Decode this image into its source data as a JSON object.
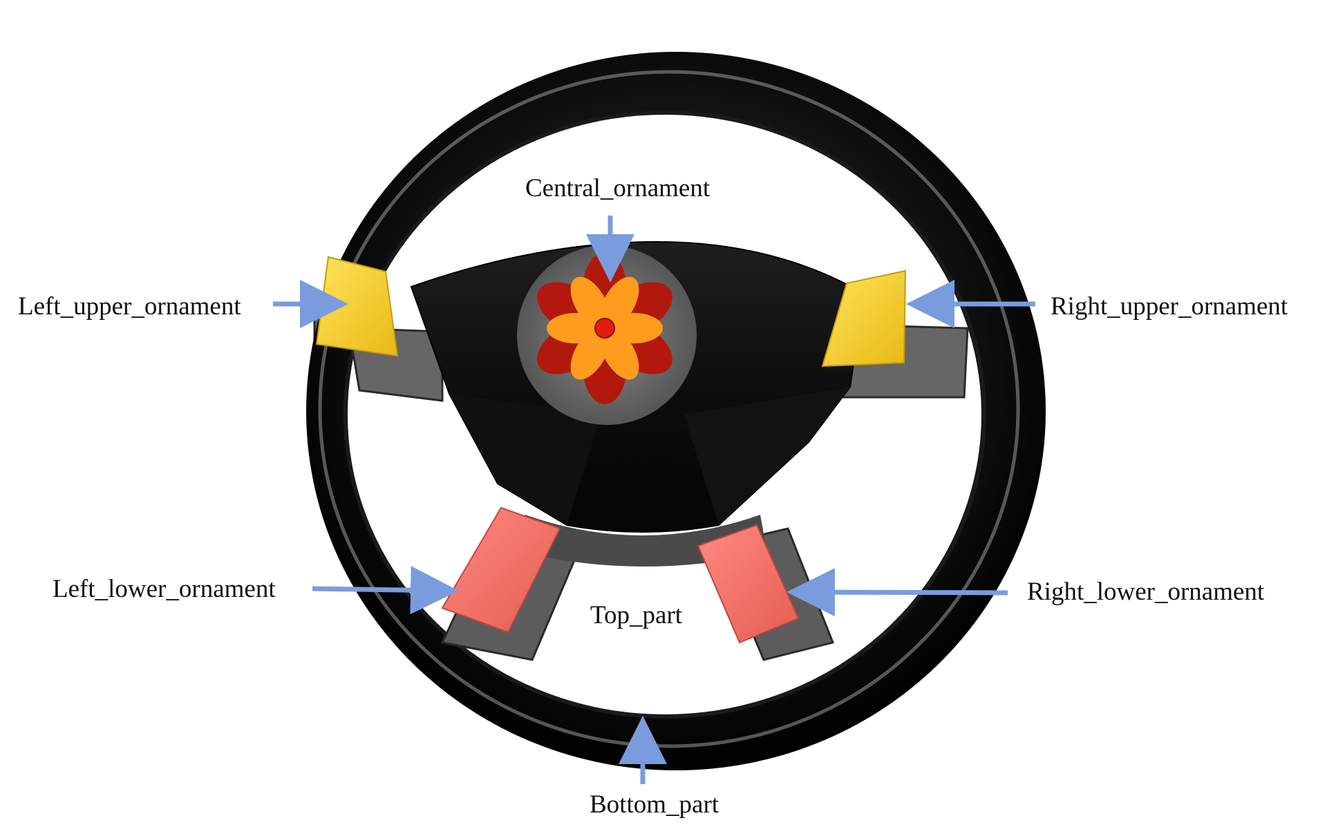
{
  "labels": {
    "central": "Central_ornament",
    "left_upper": "Left_upper_ornament",
    "right_upper": "Right_upper_ornament",
    "left_lower": "Left_lower_ornament",
    "right_lower": "Right_lower_ornament",
    "top_part": "Top_part",
    "bottom_part": "Bottom_part"
  },
  "colors": {
    "arrow": "#7b9bdf",
    "rim": "#0a0a0a",
    "spoke": "#6a6a6a",
    "hub": "#141414",
    "upper_ornament": "#f7d33a",
    "lower_ornament": "#f0736a",
    "flower_outer": "#b3180c",
    "flower_inner": "#ff9c1e"
  }
}
